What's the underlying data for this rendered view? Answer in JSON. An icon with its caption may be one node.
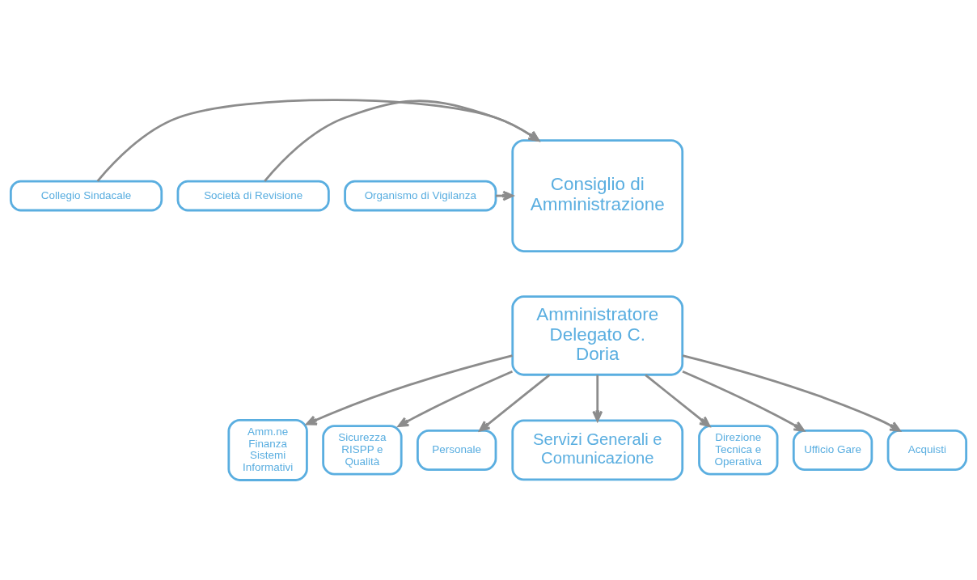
{
  "diagram": {
    "nodes": [
      {
        "text": [
          "Collegio Sindacale"
        ]
      },
      {
        "text": [
          "Società di Revisione"
        ]
      },
      {
        "text": [
          "Organismo di Vigilanza"
        ]
      },
      {
        "text": [
          "Consiglio di Amministrazione"
        ]
      },
      {
        "text": [
          "Amministratore Delegato C. Doria"
        ]
      },
      {
        "text": [
          "Amm.ne Finanza Sistemi Informativi"
        ]
      },
      {
        "text": [
          "Sicurezza RISPP e Qualità"
        ]
      },
      {
        "text": [
          "Personale"
        ]
      },
      {
        "text": [
          "Servizi Generali e Comunicazione"
        ]
      },
      {
        "text": [
          "Direzione Tecnica e Operativa"
        ]
      },
      {
        "text": [
          "Ufficio Gare"
        ]
      },
      {
        "text": [
          "Acquisti"
        ]
      }
    ],
    "edges": [
      {
        "from": 0,
        "to": 3,
        "arrow": "to"
      },
      {
        "from": 1,
        "to": 3,
        "arrow": "to"
      },
      {
        "from": 2,
        "to": 3,
        "arrow": "to"
      },
      {
        "from": 4,
        "to": 5,
        "arrow": "to"
      },
      {
        "from": 4,
        "to": 6,
        "arrow": "to"
      },
      {
        "from": 4,
        "to": 7,
        "arrow": "to"
      },
      {
        "from": 4,
        "to": 8,
        "arrow": "to"
      },
      {
        "from": 4,
        "to": 9,
        "arrow": "to"
      },
      {
        "from": 4,
        "to": 10,
        "arrow": "to"
      },
      {
        "from": 4,
        "to": 11,
        "arrow": "to"
      }
    ]
  }
}
